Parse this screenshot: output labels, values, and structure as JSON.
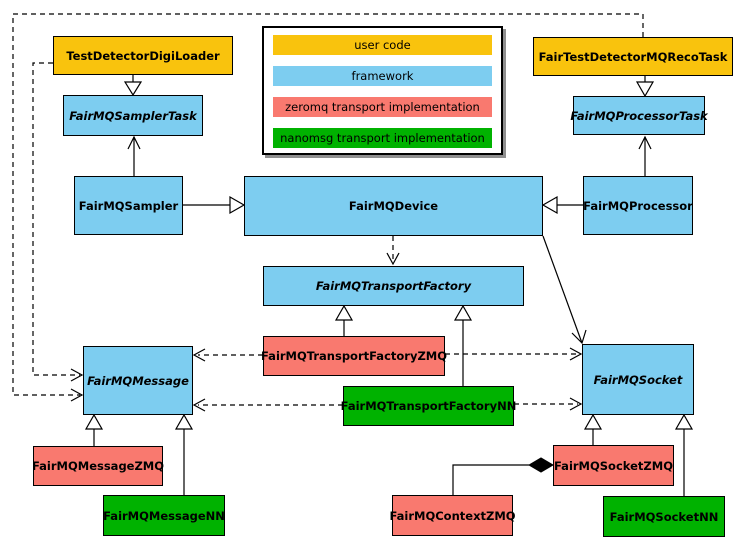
{
  "diagram": {
    "colors": {
      "user": "#F9C30D",
      "framework": "#7DCDF0",
      "zeromq": "#F9796F",
      "nanomsg": "#00B200"
    },
    "legend": {
      "items": [
        {
          "label": "user code",
          "color_key": "user"
        },
        {
          "label": "framework",
          "color_key": "framework"
        },
        {
          "label": "zeromq transport implementation",
          "color_key": "zeromq"
        },
        {
          "label": "nanomsg transport implementation",
          "color_key": "nanomsg"
        }
      ]
    },
    "nodes": {
      "digiLoader": {
        "label": "TestDetectorDigiLoader",
        "category": "user",
        "abstract": false
      },
      "recoTask": {
        "label": "FairTestDetectorMQRecoTask",
        "category": "user",
        "abstract": false
      },
      "samplerTask": {
        "label": "FairMQSamplerTask",
        "category": "framework",
        "abstract": true
      },
      "processorTask": {
        "label": "FairMQProcessorTask",
        "category": "framework",
        "abstract": true
      },
      "sampler": {
        "label": "FairMQSampler",
        "category": "framework",
        "abstract": false
      },
      "device": {
        "label": "FairMQDevice",
        "category": "framework",
        "abstract": false
      },
      "processor": {
        "label": "FairMQProcessor",
        "category": "framework",
        "abstract": false
      },
      "transportFactory": {
        "label": "FairMQTransportFactory",
        "category": "framework",
        "abstract": true
      },
      "transportFactoryZMQ": {
        "label": "FairMQTransportFactoryZMQ",
        "category": "zeromq",
        "abstract": false
      },
      "transportFactoryNN": {
        "label": "FairMQTransportFactoryNN",
        "category": "nanomsg",
        "abstract": false
      },
      "message": {
        "label": "FairMQMessage",
        "category": "framework",
        "abstract": true
      },
      "socket": {
        "label": "FairMQSocket",
        "category": "framework",
        "abstract": true
      },
      "messageZMQ": {
        "label": "FairMQMessageZMQ",
        "category": "zeromq",
        "abstract": false
      },
      "messageNN": {
        "label": "FairMQMessageNN",
        "category": "nanomsg",
        "abstract": false
      },
      "socketZMQ": {
        "label": "FairMQSocketZMQ",
        "category": "zeromq",
        "abstract": false
      },
      "socketNN": {
        "label": "FairMQSocketNN",
        "category": "nanomsg",
        "abstract": false
      },
      "contextZMQ": {
        "label": "FairMQContextZMQ",
        "category": "zeromq",
        "abstract": false
      }
    },
    "relations": [
      {
        "from": "TestDetectorDigiLoader",
        "to": "FairMQSamplerTask",
        "type": "inheritance"
      },
      {
        "from": "FairTestDetectorMQRecoTask",
        "to": "FairMQProcessorTask",
        "type": "inheritance"
      },
      {
        "from": "FairMQSampler",
        "to": "FairMQSamplerTask",
        "type": "association-open-arrow"
      },
      {
        "from": "FairMQProcessor",
        "to": "FairMQProcessorTask",
        "type": "association-open-arrow"
      },
      {
        "from": "FairMQSampler",
        "to": "FairMQDevice",
        "type": "inheritance"
      },
      {
        "from": "FairMQProcessor",
        "to": "FairMQDevice",
        "type": "inheritance"
      },
      {
        "from": "FairMQDevice",
        "to": "FairMQTransportFactory",
        "type": "dashed-dependency"
      },
      {
        "from": "FairMQDevice",
        "to": "FairMQSocket",
        "type": "association-open-arrow"
      },
      {
        "from": "FairMQTransportFactoryZMQ",
        "to": "FairMQTransportFactory",
        "type": "inheritance"
      },
      {
        "from": "FairMQTransportFactoryNN",
        "to": "FairMQTransportFactory",
        "type": "inheritance"
      },
      {
        "from": "FairMQTransportFactoryZMQ",
        "to": "FairMQMessage",
        "type": "dashed-dependency"
      },
      {
        "from": "FairMQTransportFactoryZMQ",
        "to": "FairMQSocket",
        "type": "dashed-dependency"
      },
      {
        "from": "FairMQTransportFactoryNN",
        "to": "FairMQMessage",
        "type": "dashed-dependency"
      },
      {
        "from": "FairMQTransportFactoryNN",
        "to": "FairMQSocket",
        "type": "dashed-dependency"
      },
      {
        "from": "TestDetectorDigiLoader",
        "to": "FairMQMessage",
        "type": "dashed-dependency"
      },
      {
        "from": "FairTestDetectorMQRecoTask",
        "to": "FairMQMessage",
        "type": "dashed-dependency"
      },
      {
        "from": "FairMQMessageZMQ",
        "to": "FairMQMessage",
        "type": "inheritance"
      },
      {
        "from": "FairMQMessageNN",
        "to": "FairMQMessage",
        "type": "inheritance"
      },
      {
        "from": "FairMQSocketZMQ",
        "to": "FairMQSocket",
        "type": "inheritance"
      },
      {
        "from": "FairMQSocketNN",
        "to": "FairMQSocket",
        "type": "inheritance"
      },
      {
        "from": "FairMQContextZMQ",
        "to": "FairMQSocketZMQ",
        "type": "composition"
      }
    ]
  }
}
